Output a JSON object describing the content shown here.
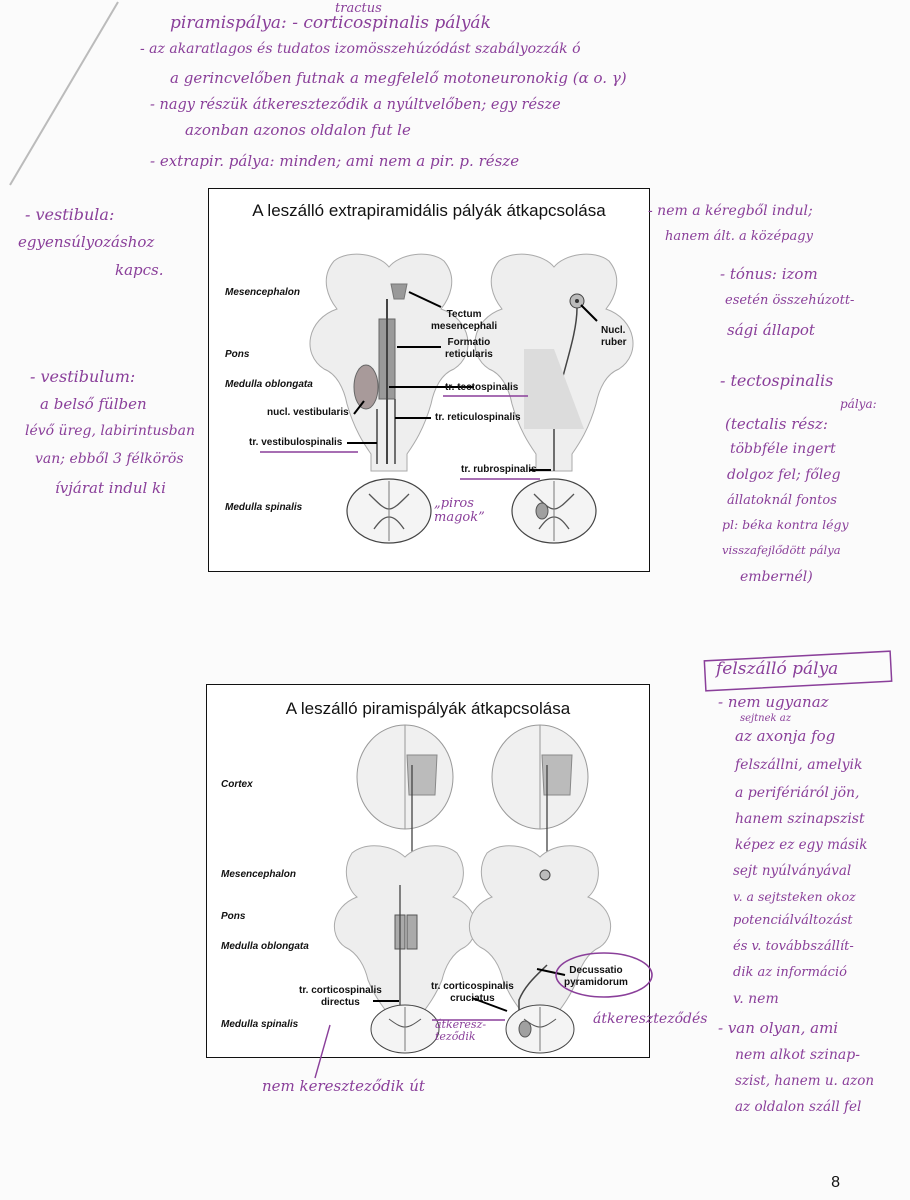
{
  "top_notes": {
    "tractus_correction": "tractus",
    "line1": "piramispálya: - corticospinalis pályák",
    "line2": "- az akaratlagos és tudatos izomösszehúzódást szabályozzák ó",
    "line3": "a gerincvelőben futnak a megfelelő motoneuronokig (α o. γ)",
    "line4": "- nagy részük átkereszteződik a nyúltvelőben; egy része",
    "line5": "azonban azonos oldalon fut le",
    "line6": "- extrapir. pálya: minden; ami nem a pir. p. része"
  },
  "figure1": {
    "title": "A leszálló extrapiramidális pályák átkapcsolása",
    "regions": [
      "Mesencephalon",
      "Pons",
      "Medulla oblongata",
      "Medulla spinalis"
    ],
    "labels": {
      "tectum": "Tectum\nmesencephali",
      "formatio": "Formatio\nreticularis",
      "tectospinalis": "tr. tectospinalis",
      "vestibularis": "nucl. vestibularis",
      "reticulospinalis": "tr. reticulospinalis",
      "vestibulospinalis": "tr. vestibulospinalis",
      "ruber": "Nucl. ruber",
      "rubrospinalis": "tr. rubrospinalis"
    },
    "inline_note": "„piros\nmagok”"
  },
  "figure2": {
    "title": "A leszálló piramispályák átkapcsolása",
    "regions": [
      "Cortex",
      "Mesencephalon",
      "Pons",
      "Medulla oblongata",
      "Medulla spinalis"
    ],
    "labels": {
      "directus": "tr. corticospinalis\ndirectus",
      "cruciatus": "tr. corticospinalis\ncruciatus",
      "decussatio": "Decussatio\npyramidorum"
    },
    "inline_note": "átkeresz-\nteződik"
  },
  "left_notes": {
    "vestibula1": "- vestibula:",
    "vestibula2": "egyensúlyozáshoz",
    "vestibula3": "kapcs.",
    "vest1": "- vestibulum:",
    "vest2": "a belső fülben",
    "vest3": "lévő üreg, labirintusban",
    "vest4": "van; ebből 3 félkörös",
    "vest5": "ívjárat indul ki"
  },
  "right_notes": {
    "r1": "- nem a kéregből indul;",
    "r2": "hanem ált. a középagy",
    "r3": "- tónus: izom",
    "r4": "esetén összehúzott-",
    "r5": "sági állapot",
    "r6": "- tectospinalis",
    "r7": "pálya:",
    "r8": "(tectalis rész:",
    "r9": "többféle ingert",
    "r10": "dolgoz fel; főleg",
    "r11": "állatoknál fontos",
    "r12": "pl: béka kontra légy",
    "r13": "visszafejlődött pálya",
    "r14": "embernél)"
  },
  "right_notes2": {
    "box": "felszálló pálya",
    "p1": "- nem ugyanaz",
    "p1b": "sejtnek az",
    "p2": "az axonja fog",
    "p3": "felszállni, amelyik",
    "p4": "a perifériáról jön,",
    "p5": "hanem szinapszist",
    "p6": "képez ez egy másik",
    "p7": "sejt nyúlványával",
    "p8": "v. a sejtsteken okoz",
    "p9": "potenciálváltozást",
    "p10": "és v. továbbszállít-",
    "p11": "dik az információ",
    "p12": "v. nem",
    "cont": "átkereszteződés",
    "q1": "- van olyan, ami",
    "q2": "nem alkot szinap-",
    "q3": "szist, hanem u. azon",
    "q4": "az oldalon száll fel"
  },
  "bottom_note": "nem kereszteződik út",
  "page_number": "8"
}
